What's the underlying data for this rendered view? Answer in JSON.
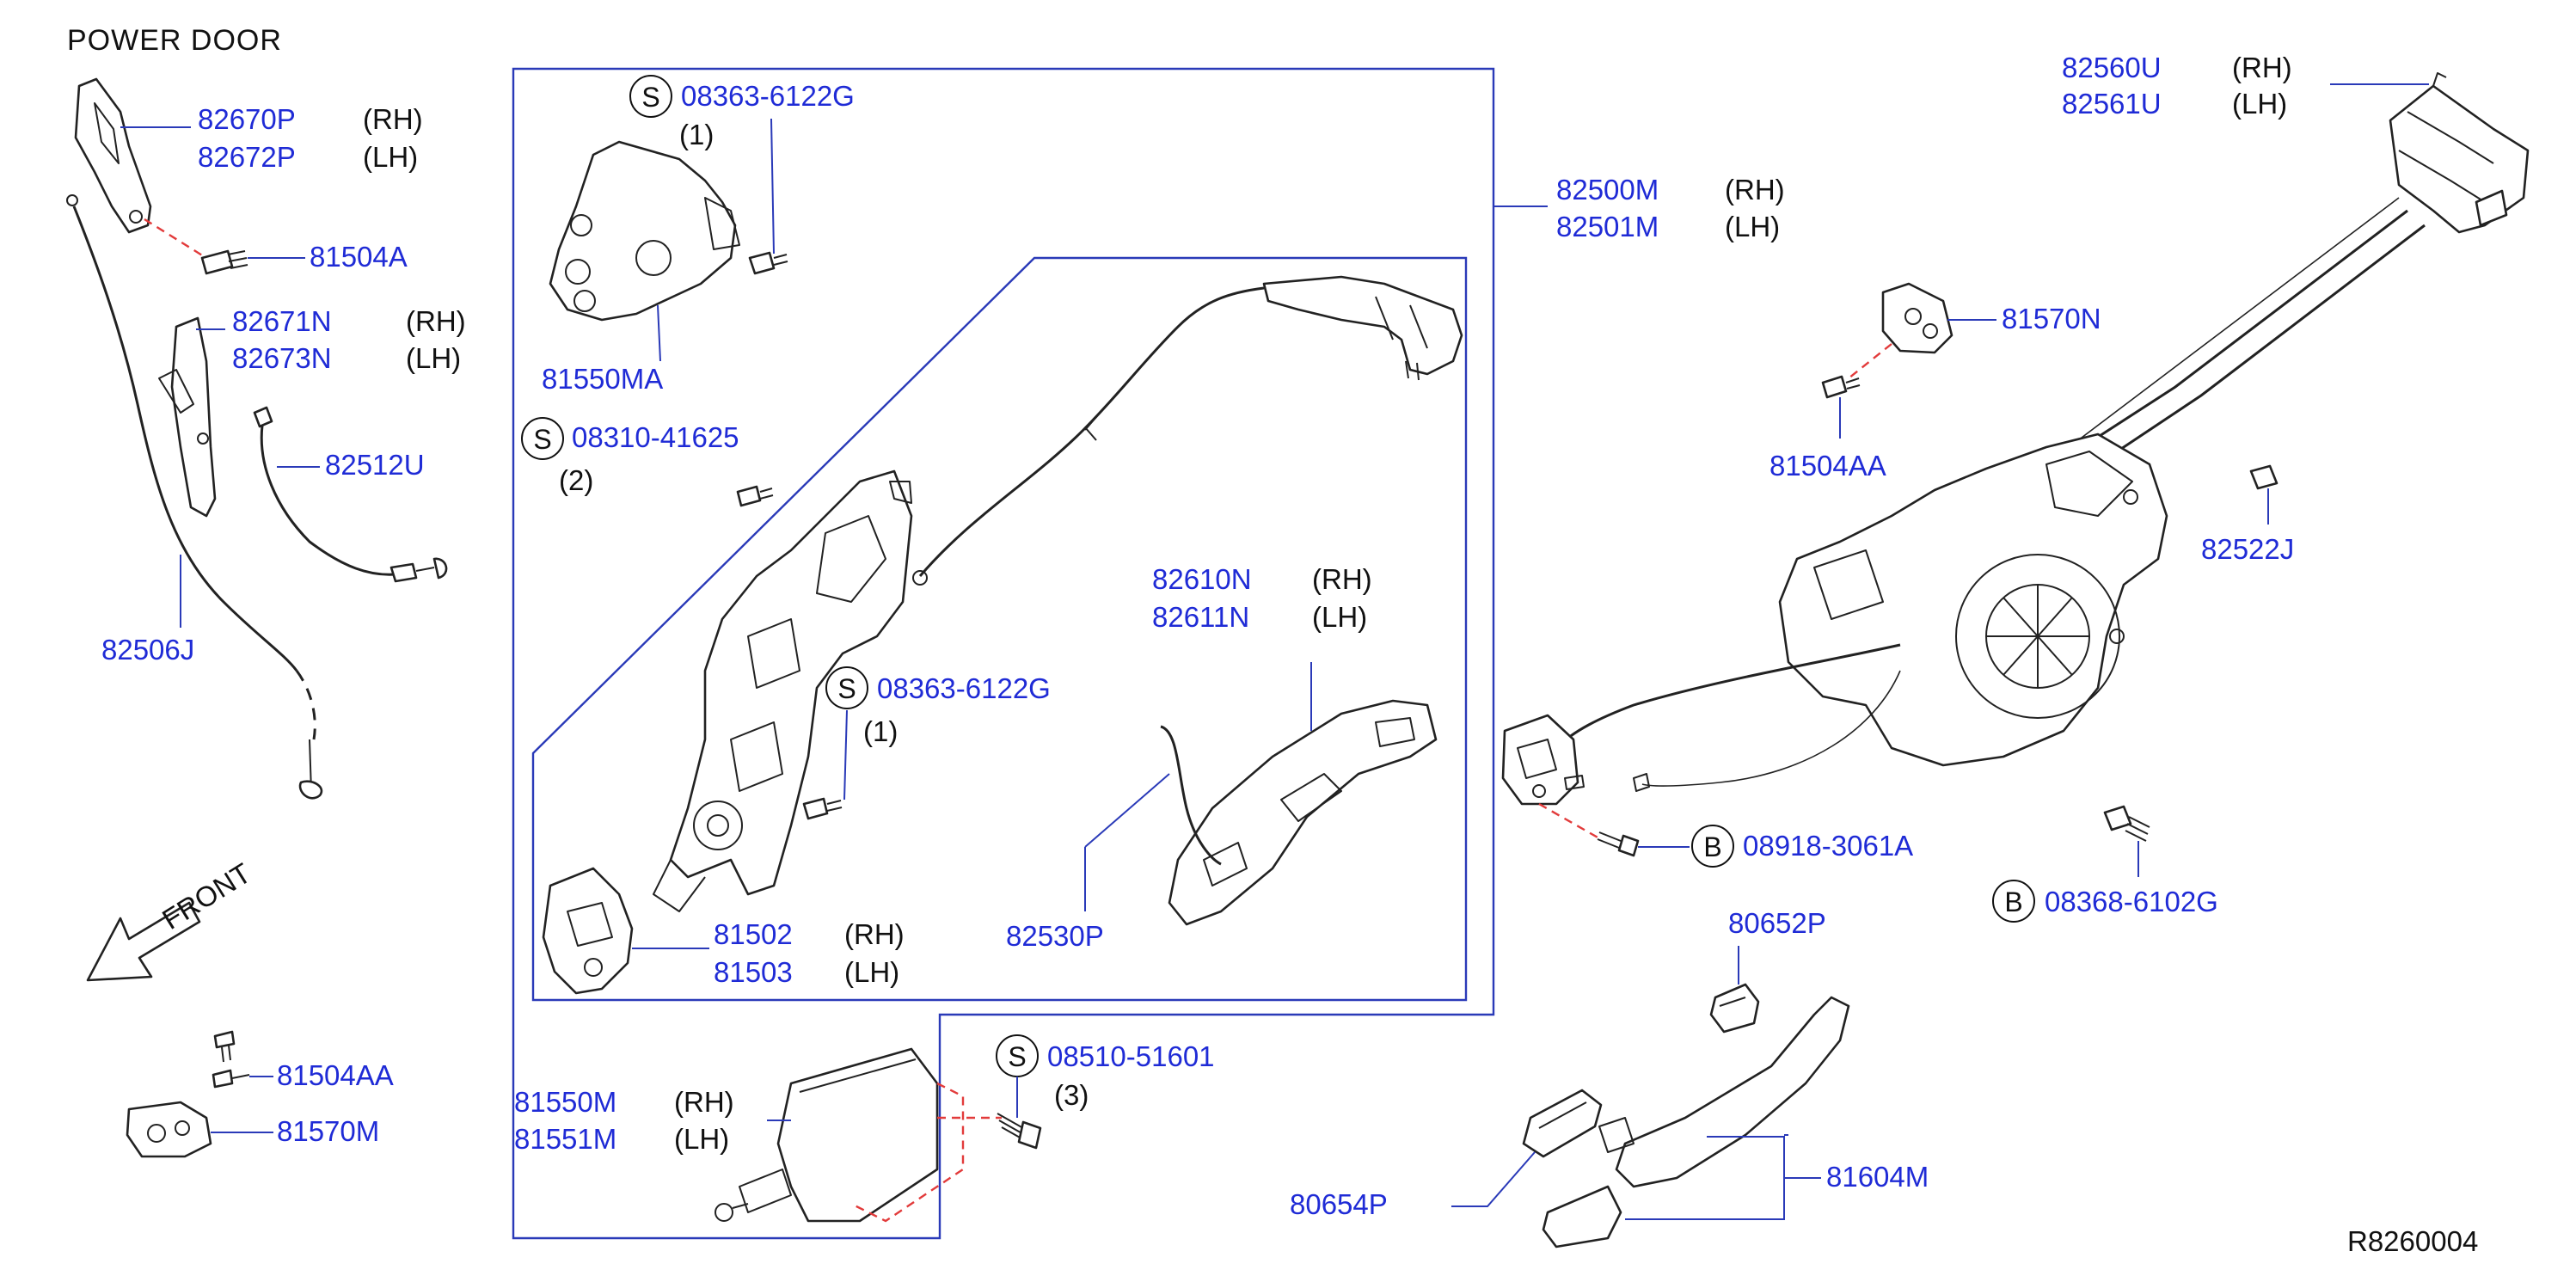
{
  "title": "POWER   DOOR",
  "figure_id": "R8260004",
  "front_label": "FRONT",
  "parts": {
    "p82670P": "82670P",
    "p82672P": "82672P",
    "p81504A": "81504A",
    "p82671N": "82671N",
    "p82673N": "82673N",
    "p82512U": "82512U",
    "p82506J": "82506J",
    "p81504AA_l": "81504AA",
    "p81570M": "81570M",
    "p08363_6122G_a": "08363-6122G",
    "p81550MA": "81550MA",
    "p08310_41625": "08310-41625",
    "p08363_6122G_b": "08363-6122G",
    "p81502": "81502",
    "p81503": "81503",
    "p82610N": "82610N",
    "p82611N": "82611N",
    "p82530P": "82530P",
    "p82500M": "82500M",
    "p82501M": "82501M",
    "p81550M": "81550M",
    "p81551M": "81551M",
    "p08510_51601": "08510-51601",
    "p82560U": "82560U",
    "p82561U": "82561U",
    "p81570N": "81570N",
    "p81504AA_r": "81504AA",
    "p82522J": "82522J",
    "p08918_3061A": "08918-3061A",
    "p08368_6102G": "08368-6102G",
    "p80652P": "80652P",
    "p81604M": "81604M",
    "p80654P": "80654P"
  },
  "side": {
    "rh": "(RH)",
    "lh": "(LH)"
  },
  "qty": {
    "q1": "(1)",
    "q2": "(2)",
    "q3": "(3)"
  },
  "symbols": {
    "s": "S",
    "b": "B"
  }
}
